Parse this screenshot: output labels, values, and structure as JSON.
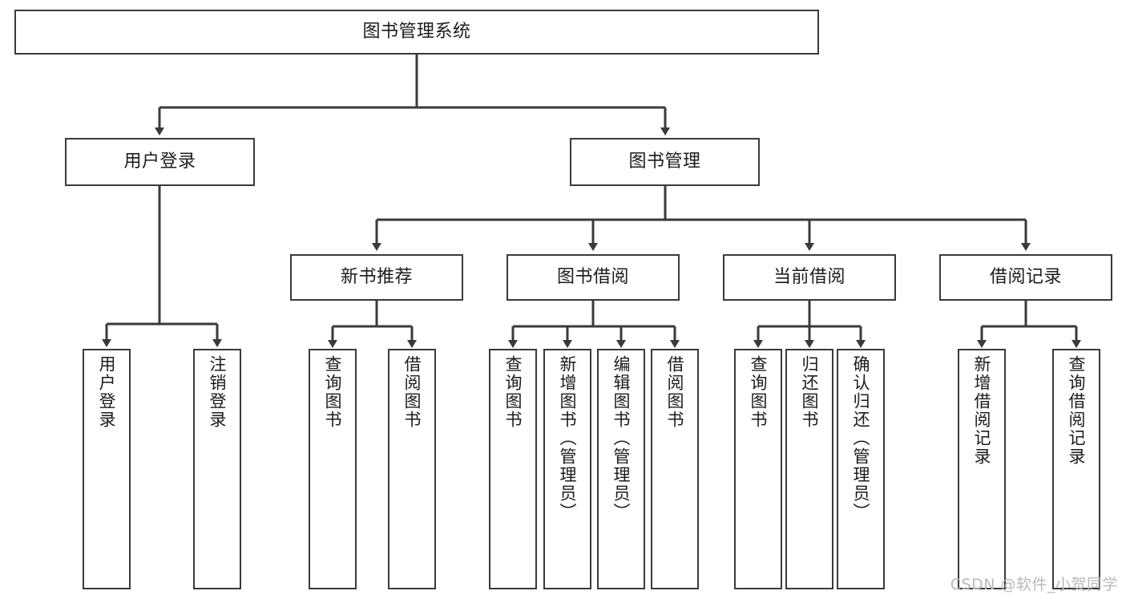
{
  "diagram": {
    "title_node": {
      "label": "图书管理系统"
    },
    "level2": [
      {
        "id": "user-login",
        "label": "用户登录"
      },
      {
        "id": "book-management",
        "label": "图书管理"
      }
    ],
    "level3": [
      {
        "id": "new-book-recommend",
        "label": "新书推荐"
      },
      {
        "id": "book-borrow",
        "label": "图书借阅"
      },
      {
        "id": "current-borrow",
        "label": "当前借阅"
      },
      {
        "id": "borrow-record",
        "label": "借阅记录"
      }
    ],
    "leaves": [
      {
        "id": "leaf-user-login",
        "label": "用户登录"
      },
      {
        "id": "leaf-logout-login",
        "label": "注销登录"
      },
      {
        "id": "leaf-query-book-1",
        "label": "查询图书"
      },
      {
        "id": "leaf-borrow-book-1",
        "label": "借阅图书"
      },
      {
        "id": "leaf-query-book-2",
        "label": "查询图书"
      },
      {
        "id": "leaf-add-book",
        "label": "新增图书（管理员）"
      },
      {
        "id": "leaf-edit-book",
        "label": "编辑图书（管理员）"
      },
      {
        "id": "leaf-borrow-book-2",
        "label": "借阅图书"
      },
      {
        "id": "leaf-query-book-3",
        "label": "查询图书"
      },
      {
        "id": "leaf-return-book",
        "label": "归还图书"
      },
      {
        "id": "leaf-confirm-return",
        "label": "确认归还（管理员）"
      },
      {
        "id": "leaf-add-borrow-record",
        "label": "新增借阅记录"
      },
      {
        "id": "leaf-query-borrow-record",
        "label": "查询借阅记录"
      }
    ],
    "colors": {
      "stroke": "#3a3a3a",
      "fill": "#ffffff",
      "text": "#1b1b1b",
      "watermark": "#b9b9b9"
    }
  },
  "watermark": {
    "text": "CSDN @软件_小贺同学"
  }
}
